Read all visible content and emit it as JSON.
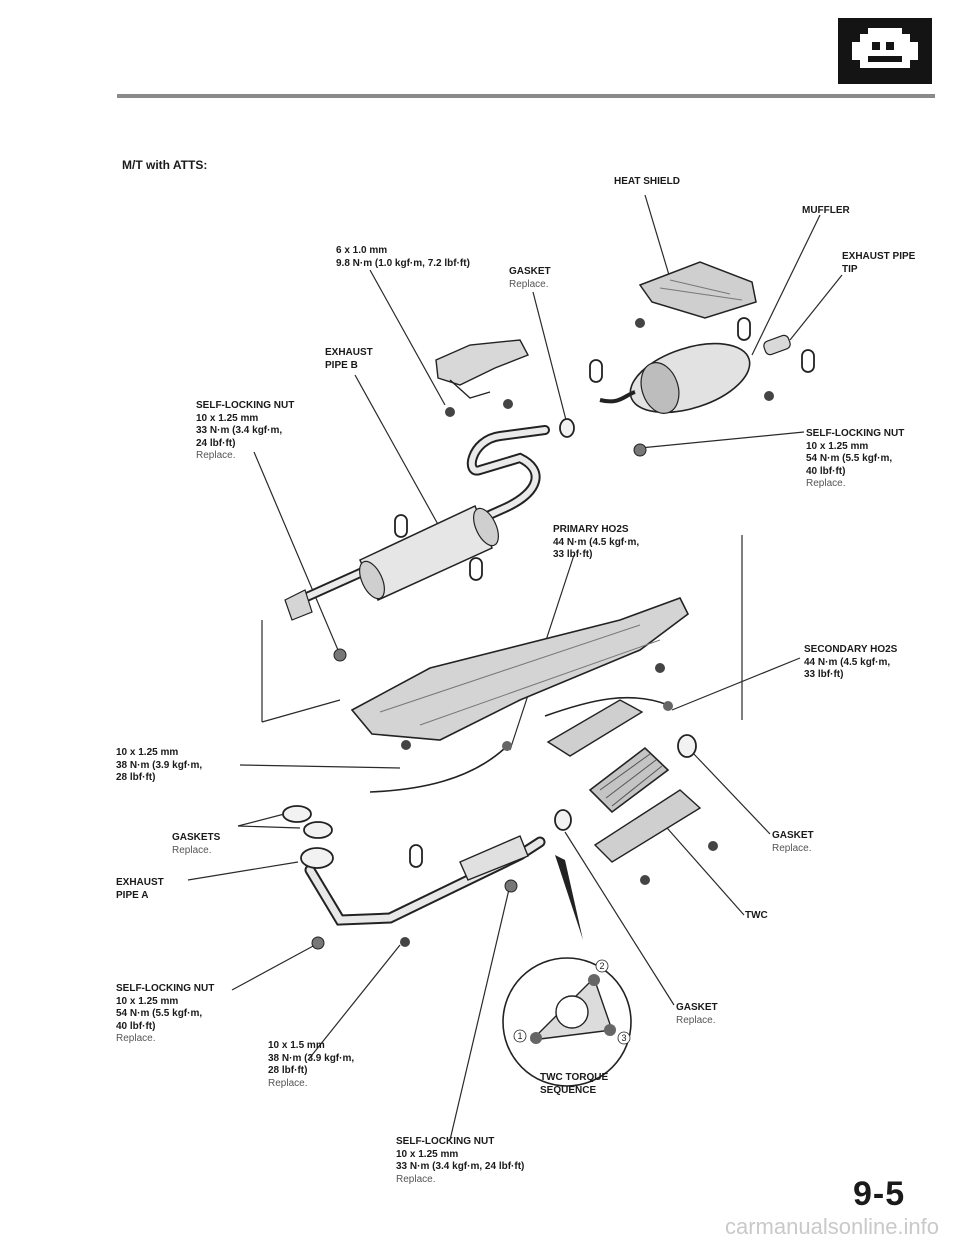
{
  "header": {
    "section_icon": "engine-icon"
  },
  "heading": "M/T with ATTS:",
  "labels": {
    "heat_shield": "HEAT SHIELD",
    "muffler": "MUFFLER",
    "exhaust_pipe_tip": [
      "EXHAUST PIPE",
      "TIP"
    ],
    "bolt_6mm": [
      "6 x 1.0 mm",
      "9.8 N·m (1.0 kgf·m, 7.2 lbf·ft)"
    ],
    "gasket_top": [
      "GASKET"
    ],
    "gasket_top_note": "Replace.",
    "exhaust_pipe_b": [
      "EXHAUST",
      "PIPE B"
    ],
    "nut_left": [
      "SELF-LOCKING NUT",
      "10 x 1.25 mm",
      "33 N·m (3.4 kgf·m,",
      "24 lbf·ft)"
    ],
    "nut_left_note": "Replace.",
    "nut_right": [
      "SELF-LOCKING NUT",
      "10 x 1.25 mm",
      "54 N·m (5.5 kgf·m,",
      "40 lbf·ft)"
    ],
    "nut_right_note": "Replace.",
    "primary_ho2s": [
      "PRIMARY HO2S",
      "44 N·m (4.5 kgf·m,",
      "33 lbf·ft)"
    ],
    "secondary_ho2s": [
      "SECONDARY HO2S",
      "44 N·m (4.5 kgf·m,",
      "33 lbf·ft)"
    ],
    "bolt_10mm": [
      "10 x 1.25 mm",
      "38 N·m (3.9 kgf·m,",
      "28 lbf·ft)"
    ],
    "gaskets": [
      "GASKETS"
    ],
    "gaskets_note": "Replace.",
    "exhaust_pipe_a": [
      "EXHAUST",
      "PIPE A"
    ],
    "gasket_right": [
      "GASKET"
    ],
    "gasket_right_note": "Replace.",
    "twc": "TWC",
    "nut_bottom_left": [
      "SELF-LOCKING NUT",
      "10 x 1.25 mm",
      "54 N·m (5.5 kgf·m,",
      "40 lbf·ft)"
    ],
    "nut_bottom_left_note": "Replace.",
    "bolt_15mm": [
      "10 x 1.5 mm",
      "38 N·m (3.9 kgf·m,",
      "28 lbf·ft)"
    ],
    "bolt_15mm_note": "Replace.",
    "gasket_bottom": [
      "GASKET"
    ],
    "gasket_bottom_note": "Replace.",
    "twc_torque": [
      "TWC TORQUE",
      "SEQUENCE"
    ],
    "nut_bottom": [
      "SELF-LOCKING NUT",
      "10 x 1.25 mm",
      "33 N·m (3.4 kgf·m, 24 lbf·ft)"
    ],
    "nut_bottom_note": "Replace."
  },
  "torque_sequence": [
    "1",
    "2",
    "3"
  ],
  "page_number": "9-5",
  "watermark": "carmanualsonline.info"
}
